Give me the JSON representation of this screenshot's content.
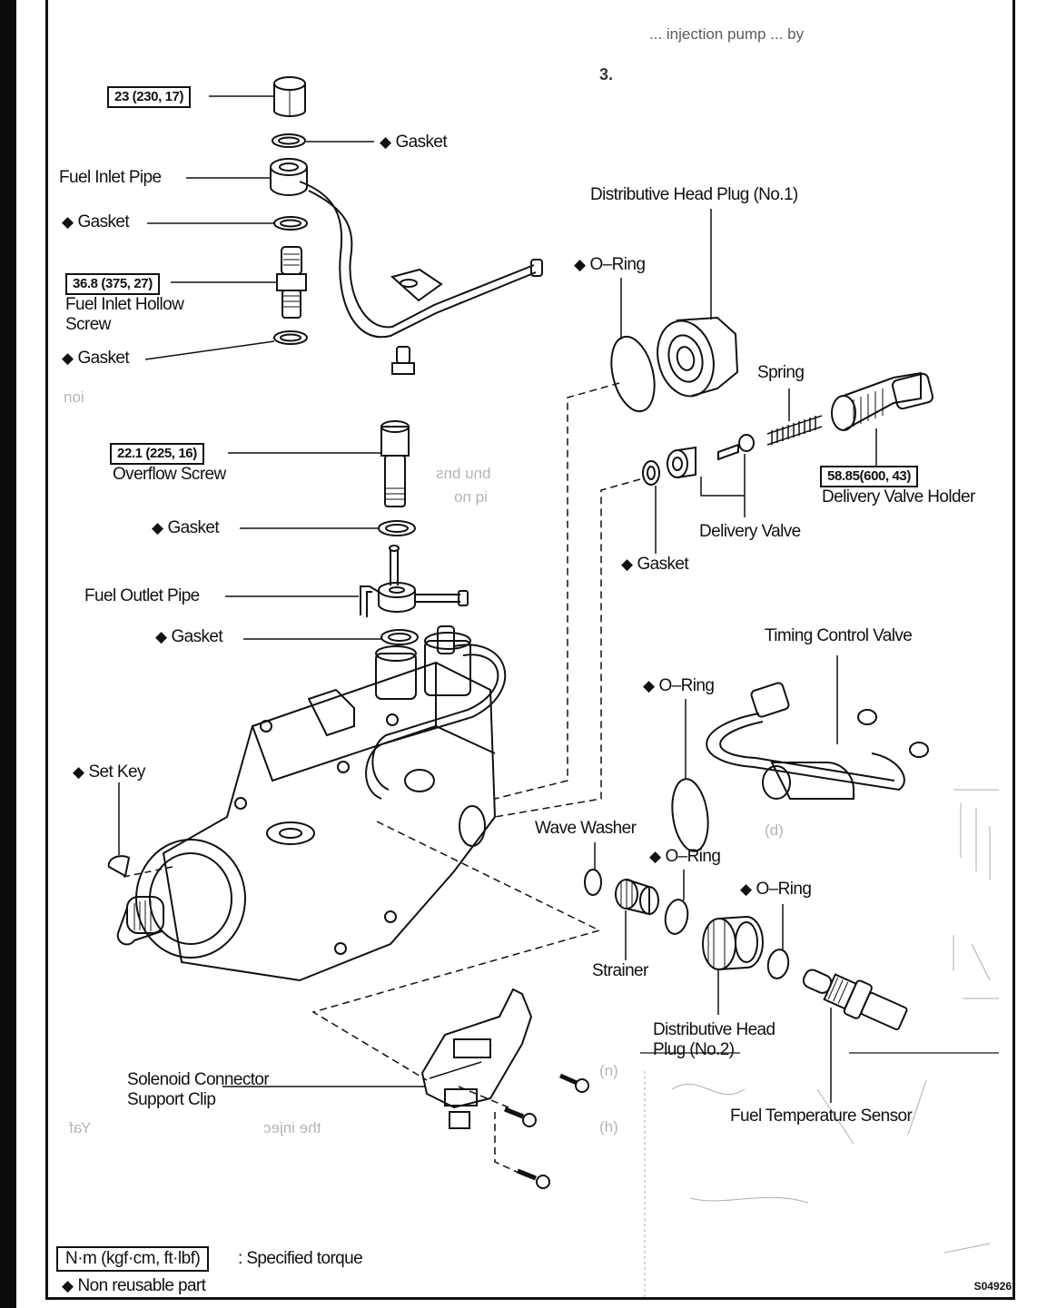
{
  "figure": {
    "title_fragment": "... injection pump ... by",
    "step_number": "3.",
    "figure_id": "S04926"
  },
  "torque_specs": [
    {
      "id": "cap-nut",
      "value": "23 (230, 17)"
    },
    {
      "id": "fuel-inlet-hollow-screw",
      "value": "36.8 (375, 27)"
    },
    {
      "id": "overflow-screw",
      "value": "22.1 (225, 16)"
    },
    {
      "id": "delivery-valve-holder",
      "value": "58.85(600, 43)"
    }
  ],
  "parts": {
    "gasket_top": {
      "label": "Gasket",
      "non_reusable": true
    },
    "fuel_inlet_pipe": {
      "label": "Fuel Inlet Pipe",
      "non_reusable": false
    },
    "gasket_2": {
      "label": "Gasket",
      "non_reusable": true
    },
    "fuel_inlet_hollow_screw": {
      "label_line1": "Fuel Inlet Hollow",
      "label_line2": "Screw",
      "non_reusable": false
    },
    "gasket_3": {
      "label": "Gasket",
      "non_reusable": true
    },
    "overflow_screw": {
      "label": "Overflow Screw",
      "non_reusable": false
    },
    "gasket_4": {
      "label": "Gasket",
      "non_reusable": true
    },
    "fuel_outlet_pipe": {
      "label": "Fuel Outlet Pipe",
      "non_reusable": false
    },
    "gasket_5": {
      "label": "Gasket",
      "non_reusable": true
    },
    "set_key": {
      "label": "Set Key",
      "non_reusable": true
    },
    "solenoid_clip": {
      "label_line1": "Solenoid Connector",
      "label_line2": "Support Clip",
      "non_reusable": false
    },
    "dist_head_plug_1": {
      "label": "Distributive Head Plug (No.1)",
      "non_reusable": false
    },
    "o_ring_1": {
      "label": "O–Ring",
      "non_reusable": true
    },
    "spring": {
      "label": "Spring",
      "non_reusable": false
    },
    "delivery_valve_holder": {
      "label": "Delivery Valve Holder",
      "non_reusable": false
    },
    "delivery_valve": {
      "label": "Delivery Valve",
      "non_reusable": false
    },
    "gasket_dv": {
      "label": "Gasket",
      "non_reusable": true
    },
    "timing_control_valve": {
      "label": "Timing Control Valve",
      "non_reusable": false
    },
    "o_ring_2": {
      "label": "O–Ring",
      "non_reusable": true
    },
    "wave_washer": {
      "label": "Wave Washer",
      "non_reusable": false
    },
    "o_ring_3": {
      "label": "O–Ring",
      "non_reusable": true
    },
    "o_ring_4": {
      "label": "O–Ring",
      "non_reusable": true
    },
    "strainer": {
      "label": "Strainer",
      "non_reusable": false
    },
    "dist_head_plug_2": {
      "label_line1": "Distributive Head",
      "label_line2": "Plug (No.2)",
      "non_reusable": false
    },
    "fuel_temp_sensor": {
      "label": "Fuel Temperature Sensor",
      "non_reusable": false
    }
  },
  "legend": {
    "torque_unit": "N·m (kgf·cm, ft·lbf)",
    "torque_desc": ": Specified torque",
    "non_reusable_symbol": "◆",
    "non_reusable_desc": "Non reusable part"
  },
  "bleed_through": [
    "noi",
    "bnu bns",
    "iq no",
    "the injec",
    "Yaf",
    "(d)",
    "(h)",
    "(n)"
  ]
}
